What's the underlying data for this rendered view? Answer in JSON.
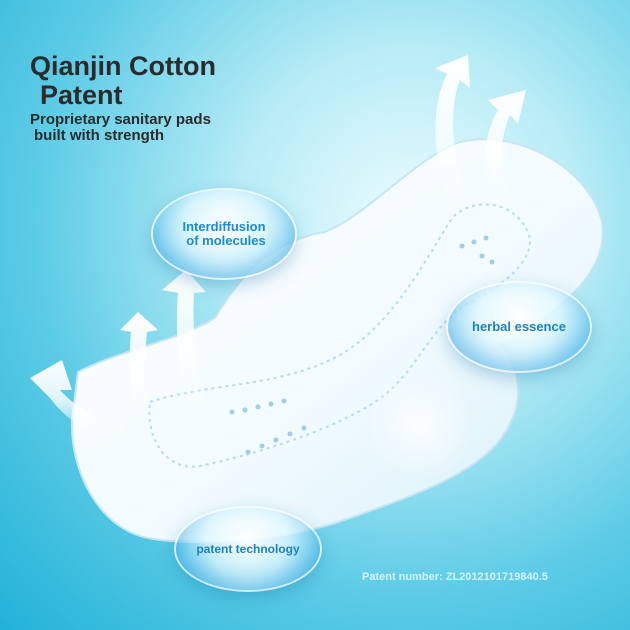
{
  "title": {
    "line1": "Qianjin Cotton",
    "line2": "Patent"
  },
  "subtitle": {
    "line1": "Proprietary sanitary pads",
    "line2": "built with strength"
  },
  "bubbles": {
    "molecules": {
      "line1": "Interdiffusion",
      "line2": "of molecules"
    },
    "herbal": {
      "label": "herbal essence"
    },
    "patent_tech": {
      "label": "patent technology"
    }
  },
  "patent_number": "Patent number: ZL2012101719840.5",
  "colors": {
    "title": "#2b2b2b",
    "bubble_text": "#1a83c6",
    "background_center": "#eafcff",
    "background_edge": "#22b2d8",
    "patent_number": "#d5f2fb"
  },
  "icons": [
    "sanitary-pad-image",
    "upward-arrow-icon"
  ]
}
